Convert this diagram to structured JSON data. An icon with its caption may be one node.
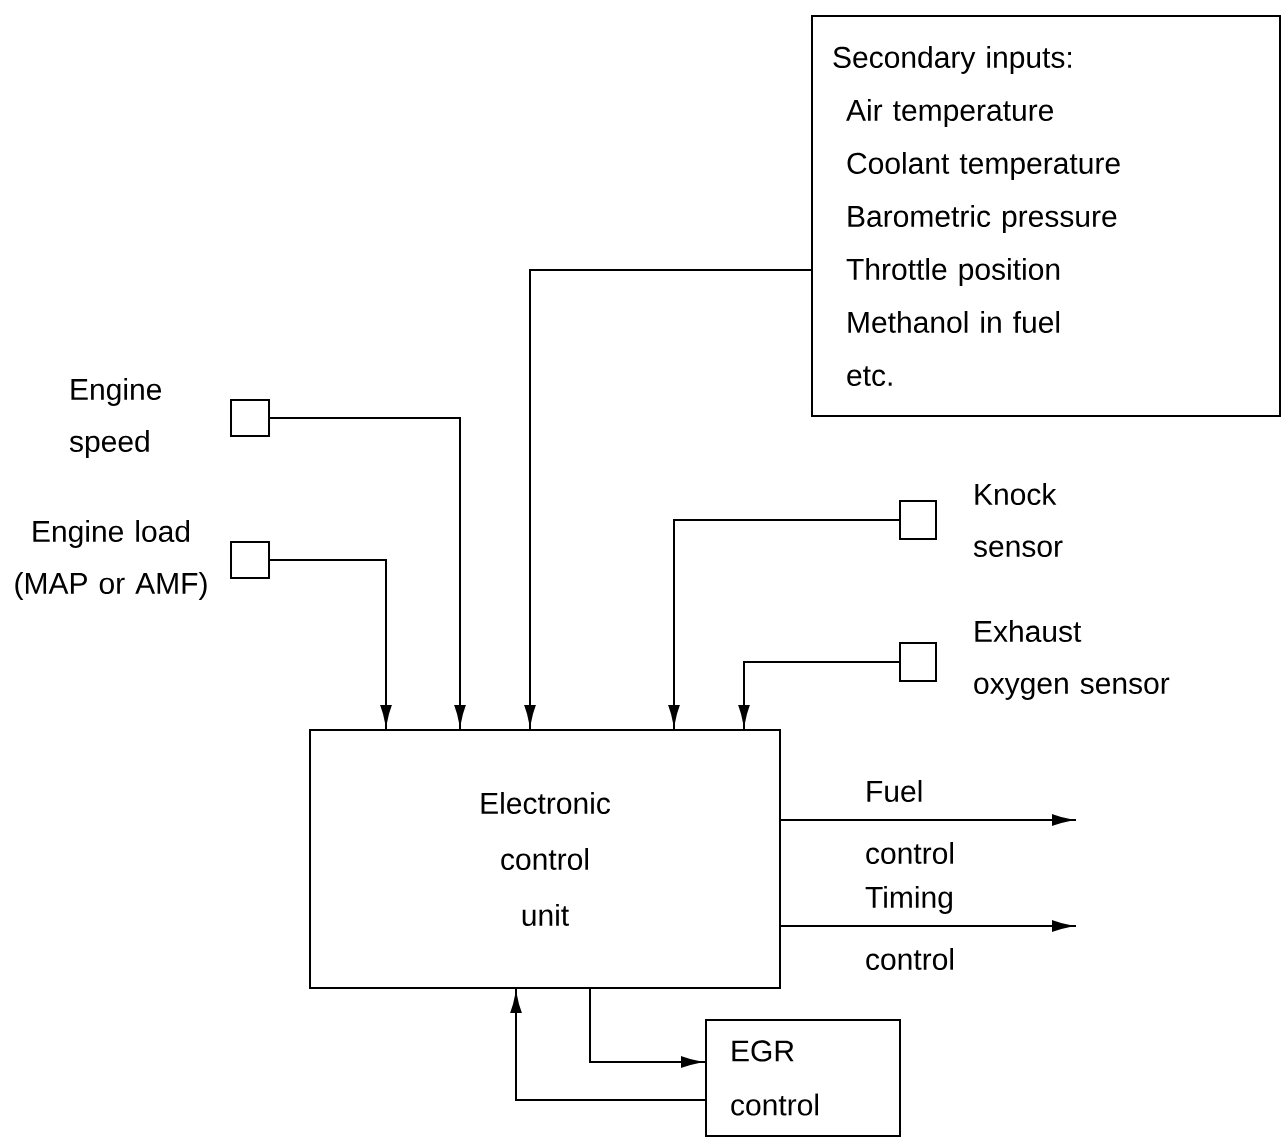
{
  "diagram": {
    "nodes": [
      {
        "text": [
          "Secondary inputs:",
          "Air temperature",
          "Coolant temperature",
          "Barometric pressure",
          "Throttle position",
          "Methanol in fuel",
          "etc."
        ]
      },
      {
        "text": [],
        "shape": "box",
        "beside": [
          "Engine speed"
        ]
      },
      {
        "text": [],
        "shape": "box",
        "beside": [
          "Engine load (MAP or AMF)"
        ]
      },
      {
        "text": [],
        "shape": "box",
        "beside": [
          "Knock sensor"
        ]
      },
      {
        "text": [],
        "shape": "box",
        "beside": [
          "Exhaust oxygen sensor"
        ]
      },
      {
        "text": [
          "Electronic control unit"
        ]
      },
      {
        "text": [
          "EGR control"
        ]
      }
    ],
    "edges": [
      {
        "from": 0,
        "to": 5,
        "arrow": "to"
      },
      {
        "from": 1,
        "to": 5,
        "arrow": "to"
      },
      {
        "from": 2,
        "to": 5,
        "arrow": "to"
      },
      {
        "from": 3,
        "to": 5,
        "arrow": "to"
      },
      {
        "from": 4,
        "to": 5,
        "arrow": "to"
      },
      {
        "from": 5,
        "to": null,
        "arrow": "to",
        "label": "Fuel control"
      },
      {
        "from": 5,
        "to": null,
        "arrow": "to",
        "label": "Timing control"
      },
      {
        "from": 5,
        "to": 6,
        "arrow": "to"
      },
      {
        "from": 6,
        "to": 5,
        "arrow": "to"
      }
    ]
  }
}
